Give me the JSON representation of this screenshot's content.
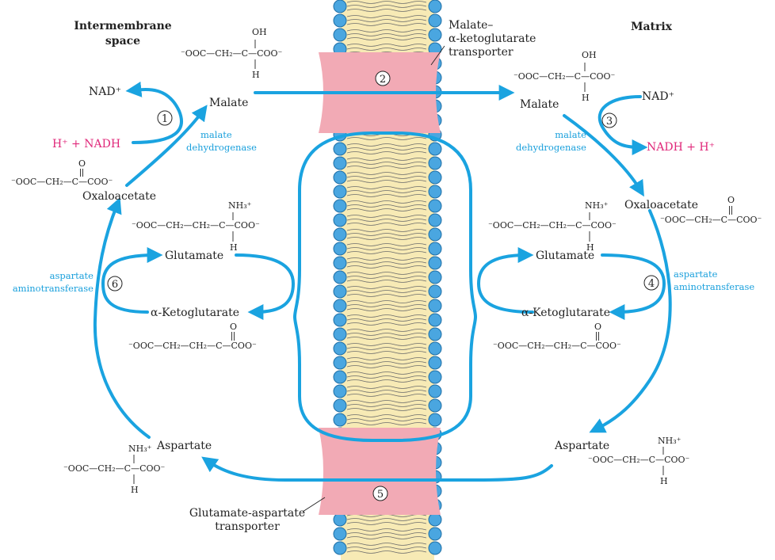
{
  "headers": {
    "left": [
      "Intermembrane",
      "space"
    ],
    "right": "Matrix"
  },
  "transporters": {
    "top": [
      "Malate–",
      "α-ketoglutarate",
      "transporter"
    ],
    "bottom": [
      "Glutamate-aspartate",
      "transporter"
    ]
  },
  "steps": {
    "s1": "1",
    "s2": "2",
    "s3": "3",
    "s4": "4",
    "s5": "5",
    "s6": "6"
  },
  "left": {
    "nad": "NAD⁺",
    "nadh": "H⁺ + NADH",
    "malate": "Malate",
    "oxaloacetate": "Oxaloacetate",
    "glutamate": "Glutamate",
    "ketoglutarate": "α-Ketoglutarate",
    "aspartate": "Aspartate",
    "mdh": [
      "malate",
      "dehydrogenase"
    ],
    "ast": [
      "aspartate",
      "aminotransferase"
    ]
  },
  "right": {
    "nad": "NAD⁺",
    "nadh": "NADH + H⁺",
    "malate": "Malate",
    "oxaloacetate": "Oxaloacetate",
    "glutamate": "Glutamate",
    "ketoglutarate": "α-Ketoglutarate",
    "aspartate": "Aspartate",
    "mdh": [
      "malate",
      "dehydrogenase"
    ],
    "ast": [
      "aspartate",
      "aminotransferase"
    ]
  },
  "formulas": {
    "malate": {
      "main": "⁻OOC—CH₂—C—COO⁻",
      "top": "OH",
      "bottom": "H"
    },
    "oxaloacetate": {
      "main": "⁻OOC—CH₂—C—COO⁻",
      "top": "O"
    },
    "glutamate": {
      "main": "⁻OOC—CH₂—CH₂—C—COO⁻",
      "top": "NH₃⁺",
      "bottom": "H"
    },
    "ketoglutarate": {
      "main": "⁻OOC—CH₂—CH₂—C—COO⁻",
      "top": "O"
    },
    "aspartate": {
      "main": "⁻OOC—CH₂—C—COO⁻",
      "top": "NH₃⁺",
      "bottom": "H"
    }
  }
}
